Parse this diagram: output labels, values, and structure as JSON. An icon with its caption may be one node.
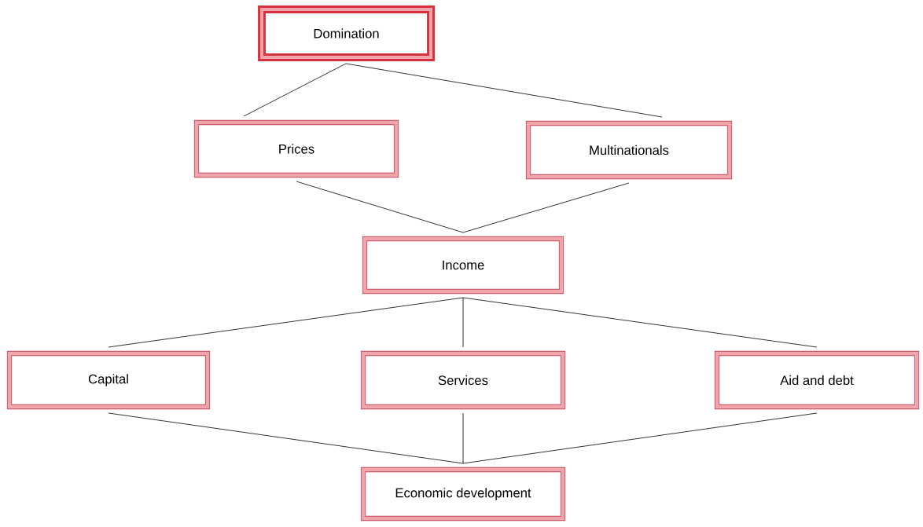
{
  "diagram": {
    "nodes": [
      {
        "text": [
          "Domination"
        ]
      },
      {
        "text": [
          "Prices"
        ]
      },
      {
        "text": [
          "Multinationals"
        ]
      },
      {
        "text": [
          "Income"
        ]
      },
      {
        "text": [
          "Capital"
        ]
      },
      {
        "text": [
          "Services"
        ]
      },
      {
        "text": [
          "Aid and debt"
        ]
      },
      {
        "text": [
          "Economic development"
        ]
      }
    ],
    "edges": [
      {
        "from": 0,
        "to": 1,
        "arrow": "none"
      },
      {
        "from": 0,
        "to": 2,
        "arrow": "none"
      },
      {
        "from": 1,
        "to": 3,
        "arrow": "none"
      },
      {
        "from": 2,
        "to": 3,
        "arrow": "none"
      },
      {
        "from": 3,
        "to": 4,
        "arrow": "none"
      },
      {
        "from": 3,
        "to": 5,
        "arrow": "none"
      },
      {
        "from": 3,
        "to": 6,
        "arrow": "none"
      },
      {
        "from": 4,
        "to": 7,
        "arrow": "none"
      },
      {
        "from": 5,
        "to": 7,
        "arrow": "none"
      },
      {
        "from": 6,
        "to": 7,
        "arrow": "none"
      }
    ]
  }
}
